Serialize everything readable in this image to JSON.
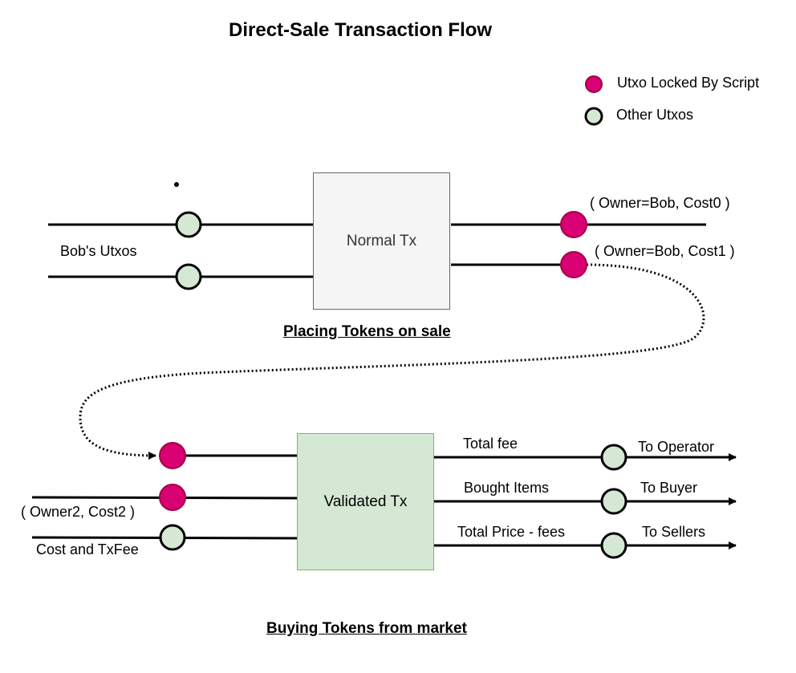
{
  "title": "Direct-Sale Transaction Flow",
  "legend": {
    "locked": "Utxo Locked By Script",
    "other": "Other Utxos"
  },
  "colors": {
    "locked_fill": "#d80073",
    "locked_stroke": "#a50040",
    "other_fill": "#d5e8d4",
    "other_stroke": "#000000",
    "normal_box_fill": "#f5f5f5",
    "validated_box_fill": "#d5e8d4"
  },
  "top": {
    "box_label": "Normal Tx",
    "inputs_label": "Bob's Utxos",
    "output1": "(  Owner=Bob,  Cost0  )",
    "output2": "(  Owner=Bob,  Cost1  )",
    "section": "Placing Tokens on sale"
  },
  "bottom": {
    "box_label": "Validated Tx",
    "input2_label": "( Owner2,  Cost2  )",
    "input3_label": "Cost and TxFee",
    "outputs": [
      {
        "label": "Total fee",
        "dest": "To  Operator"
      },
      {
        "label": "Bought Items",
        "dest": "To Buyer"
      },
      {
        "label": "Total Price - fees",
        "dest": "To Sellers"
      }
    ],
    "section": "Buying Tokens from market"
  }
}
